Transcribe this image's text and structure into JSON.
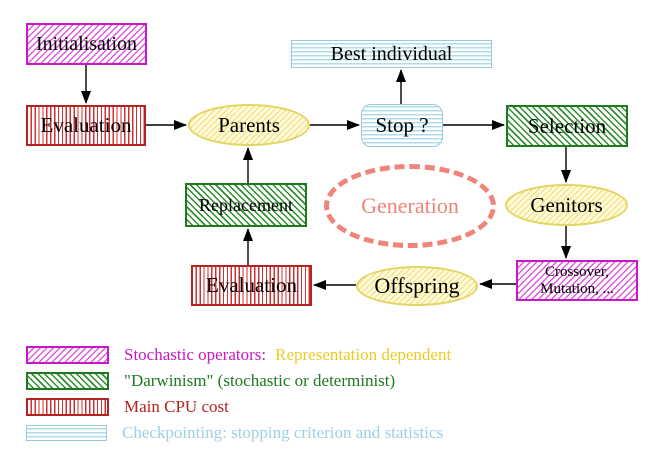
{
  "nodes": {
    "initialisation": {
      "label": "Initialisation"
    },
    "evaluation_top": {
      "label": "Evaluation"
    },
    "parents": {
      "label": "Parents"
    },
    "best_individual": {
      "label": "Best individual"
    },
    "stop": {
      "label": "Stop ?"
    },
    "selection": {
      "label": "Selection"
    },
    "genitors": {
      "label": "Genitors"
    },
    "crossover_mutation": {
      "line1": "Crossover,",
      "line2": "Mutation, ..."
    },
    "offspring": {
      "label": "Offspring"
    },
    "evaluation_bottom": {
      "label": "Evaluation"
    },
    "replacement": {
      "label": "Replacement"
    },
    "generation": {
      "label": "Generation"
    }
  },
  "legend": {
    "rows": [
      {
        "text1": "Stochastic operators:",
        "text2": "Representation dependent"
      },
      {
        "text1": "\"Darwinism\" (stochastic or determinist)"
      },
      {
        "text1": "Main CPU cost"
      },
      {
        "text1": "Checkpointing: stopping criterion and statistics"
      }
    ]
  },
  "colors": {
    "stochastic_magenta": "#c816c8",
    "darwinism_green": "#1e7a1e",
    "cpu_red": "#b52222",
    "checkpoint_blue": "#96cade",
    "representation_gold": "#e8cc28",
    "generation_salmon": "#ef8478",
    "operator_yellow": "#e3d463",
    "arrow_black": "#000000"
  }
}
